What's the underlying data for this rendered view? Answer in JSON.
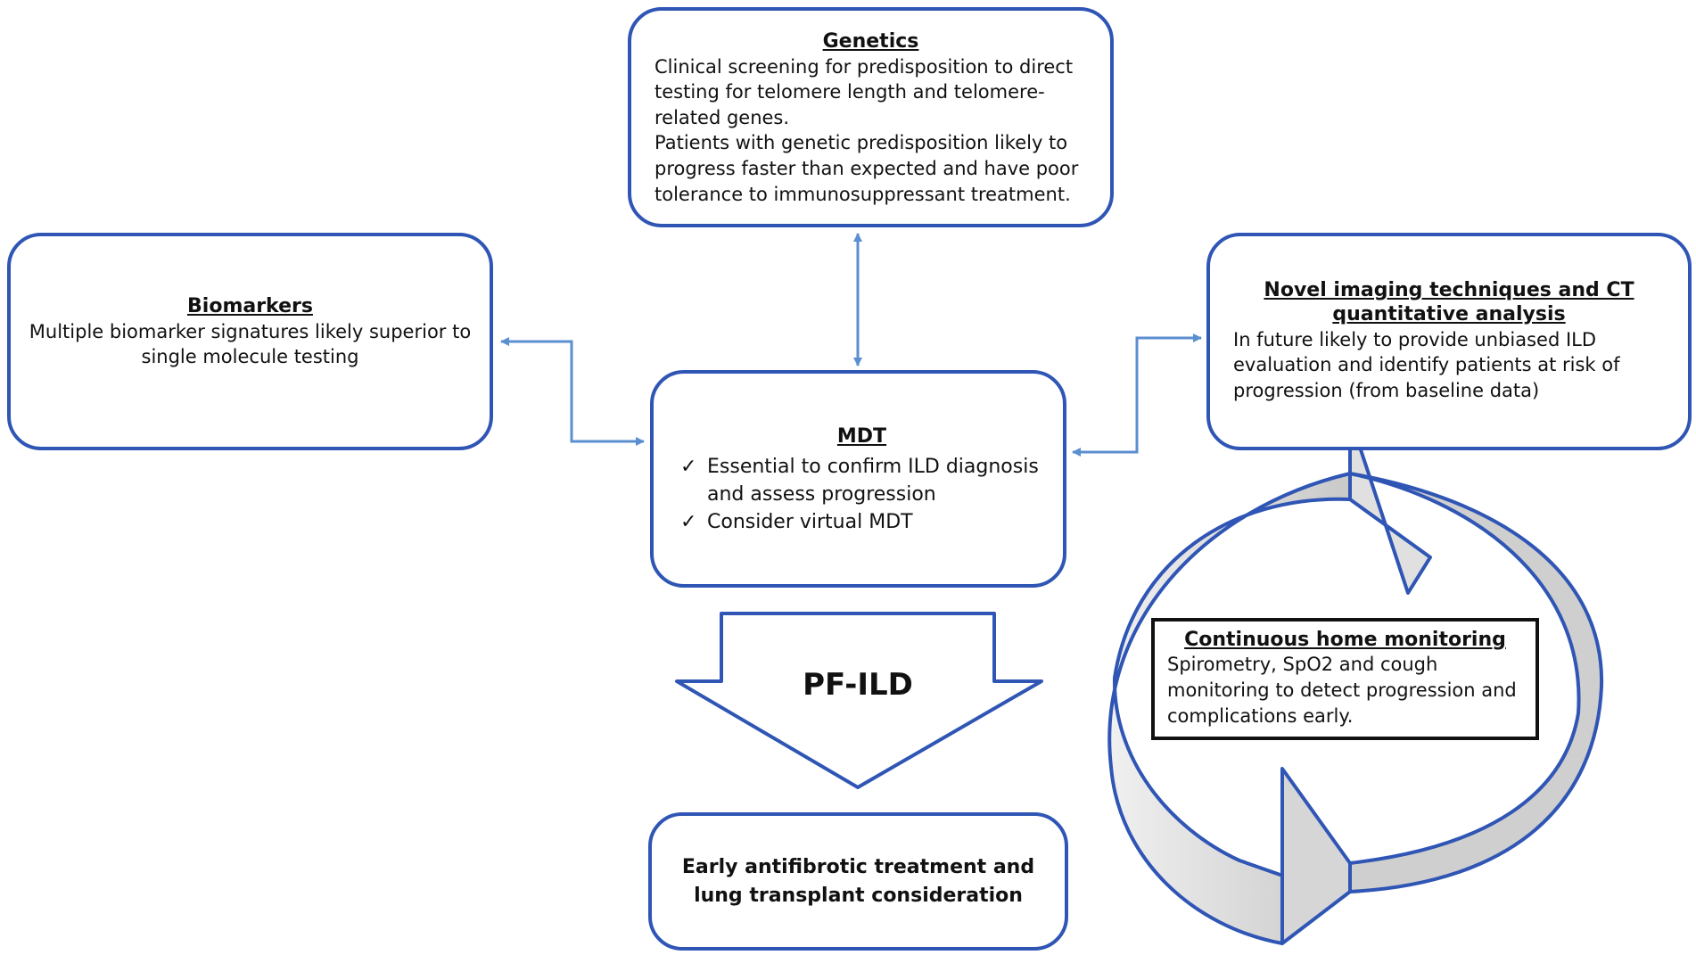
{
  "colors": {
    "box_border": "#2f55b5",
    "connector": "#5b8fd0",
    "cycle_arrow_fill": "#c9c9c9",
    "cycle_arrow_fill_light": "#f0f0f0",
    "monitoring_border": "#111111"
  },
  "genetics": {
    "title": "Genetics",
    "paragraph1": "Clinical screening for predisposition to direct testing for telomere length and telomere-related genes.",
    "paragraph2": "Patients with genetic predisposition likely to progress faster than expected and have poor tolerance to immunosuppressant treatment."
  },
  "biomarkers": {
    "title": "Biomarkers",
    "text": "Multiple biomarker signatures likely superior to single molecule testing"
  },
  "imaging": {
    "title": "Novel imaging techniques and CT quantitative analysis",
    "text": "In future likely to provide unbiased ILD evaluation and identify patients at risk of progression (from baseline data)"
  },
  "mdt": {
    "title": "MDT",
    "check_icon": "check-icon",
    "items": [
      "Essential to confirm  ILD diagnosis and assess progression",
      "Consider virtual MDT"
    ]
  },
  "pfild": {
    "label": "PF-ILD"
  },
  "outcome": {
    "text": "Early antifibrotic treatment and lung transplant consideration"
  },
  "monitoring": {
    "title": "Continuous home monitoring",
    "text": "Spirometry, SpO2 and cough monitoring to detect progression and complications early."
  }
}
